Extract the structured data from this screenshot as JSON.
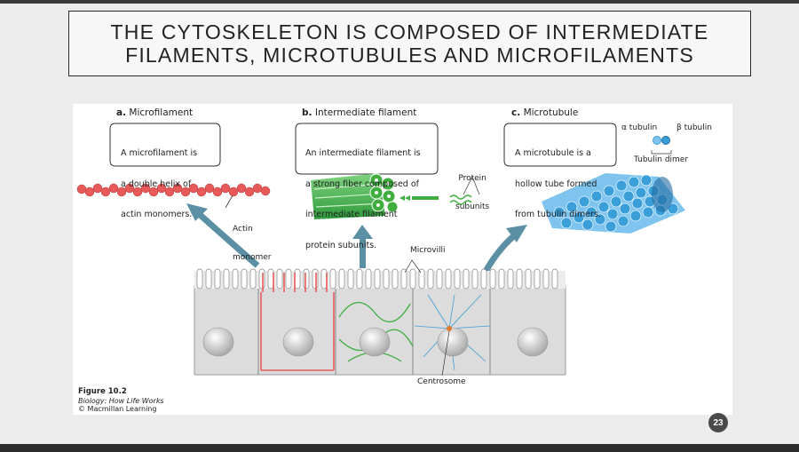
{
  "slide": {
    "title_line1": "THE CYTOSKELETON IS COMPOSED OF  INTERMEDIATE",
    "title_line2": "FILAMENTS, MICROTUBULES AND MICROFILAMENTS",
    "page_number": "23"
  },
  "figure": {
    "panel_a": {
      "letter": "a.",
      "title": "Microfilament",
      "desc_line1": "A microfilament is",
      "desc_line2": "a double helix of",
      "desc_line3": "actin monomers.",
      "label_line1": "Actin",
      "label_line2": "monomer"
    },
    "panel_b": {
      "letter": "b.",
      "title": "Intermediate filament",
      "desc_line1": "An intermediate filament is",
      "desc_line2": "a strong fiber composed of",
      "desc_line3": "intermediate filament",
      "desc_line4": "protein subunits.",
      "label_line1": "Protein",
      "label_line2": "subunits"
    },
    "panel_c": {
      "letter": "c.",
      "title": "Microtubule",
      "desc_line1": "A microtubule is a",
      "desc_line2": "hollow tube formed",
      "desc_line3": "from tubulin dimers.",
      "alpha_label": "α tubulin",
      "beta_label": "β tubulin",
      "dimer_label": "Tubulin dimer"
    },
    "microvilli_label": "Microvilli",
    "centrosome_label": "Centrosome",
    "caption": {
      "figure": "Figure 10.2",
      "book": "Biology: How Life Works",
      "credit": "© Macmillan Learning"
    },
    "colors": {
      "actin": "#e85a5a",
      "intermediate": "#3fae3f",
      "microtubule": "#3a9ed8",
      "arrow": "#5b8fa3",
      "cell": "#dcdcdc"
    }
  }
}
